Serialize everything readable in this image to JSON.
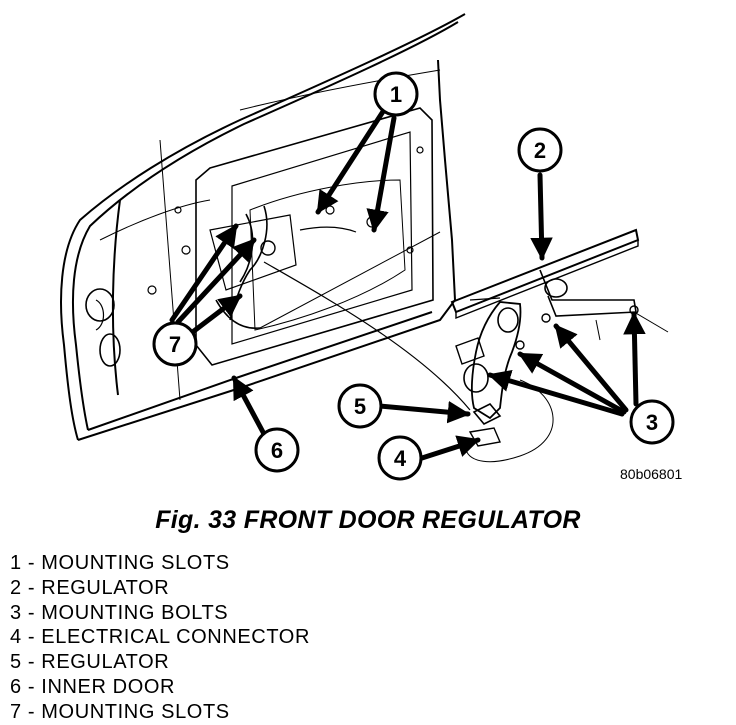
{
  "figure_id": "80b06801",
  "caption": "Fig. 33 FRONT DOOR REGULATOR",
  "callouts": [
    "1",
    "2",
    "3",
    "4",
    "5",
    "6",
    "7"
  ],
  "legend": [
    "1 - MOUNTING SLOTS",
    "2 - REGULATOR",
    "3 - MOUNTING BOLTS",
    "4 - ELECTRICAL CONNECTOR",
    "5 - REGULATOR",
    "6 - INNER DOOR",
    "7 - MOUNTING SLOTS"
  ]
}
